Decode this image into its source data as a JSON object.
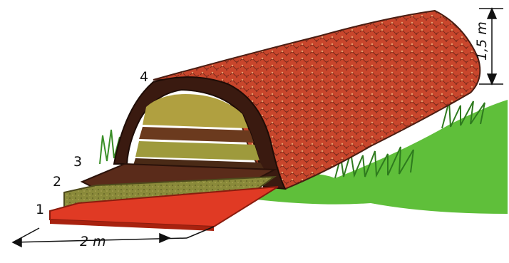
{
  "labels": {
    "layer_1": "1",
    "layer_2": "2",
    "layer_3": "3",
    "layer_4": "4"
  },
  "dimensions": {
    "width": "2 m",
    "height": "1,5 m"
  },
  "colors": {
    "base_red": "#e03a24",
    "layer_green": "#8a8a3a",
    "soil_dark": "#5a2b1a",
    "cover_red": "#c8462c",
    "grass": "#5fbf3a"
  }
}
